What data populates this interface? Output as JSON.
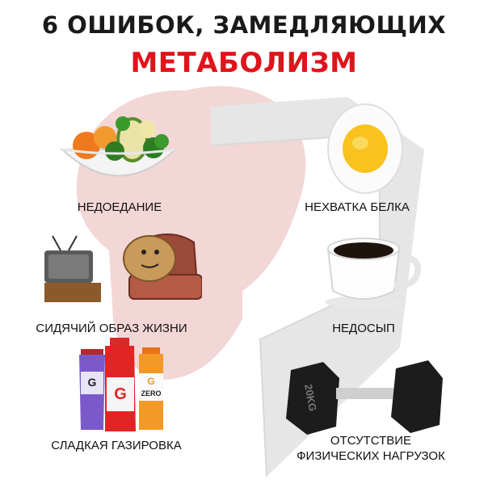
{
  "title": {
    "line1": "6 ОШИБОК, ЗАМЕДЛЯЮЩИХ",
    "line2": "МЕТАБОЛИЗМ"
  },
  "items": {
    "undereating": "НЕДОЕДАНИЕ",
    "protein": "НЕХВАТКА БЕЛКА",
    "sedentary": "СИДЯЧИЙ ОБРАЗ ЖИЗНИ",
    "sleep": "НЕДОСЫП",
    "soda": "СЛАДКАЯ ГАЗИРОВКА",
    "activity_line1": "ОТСУТСТВИЕ",
    "activity_line2": "ФИЗИЧЕСКИХ НАГРУЗОК"
  },
  "products": {
    "bottle1": "G",
    "bottle2": "G",
    "bottle3": "G",
    "bottle3_sub": "ZERO",
    "dumbbell": "20KG"
  },
  "colors": {
    "title_dark": "#1a1a1a",
    "title_red": "#e0141b",
    "bg_pink": "#f3d6d6",
    "bg_grey": "#e6e6e6"
  }
}
